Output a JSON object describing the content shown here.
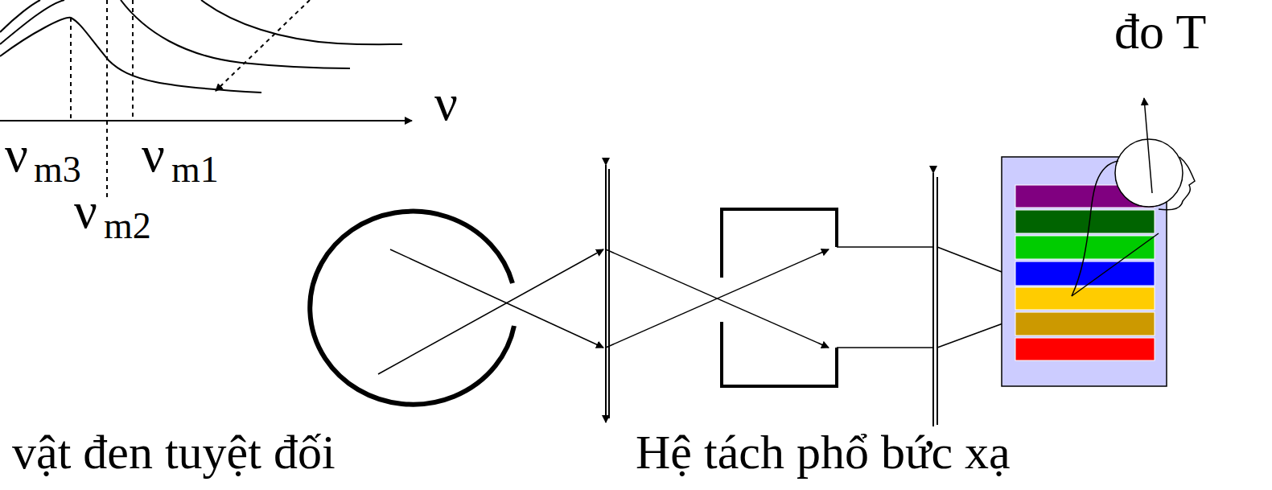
{
  "diagram": {
    "labels": [
      "ν",
      "ν",
      "m3",
      "ν",
      "m1",
      "ν",
      "m2",
      "đo T",
      "vật đen tuyệt đối",
      "Hệ tách phổ bức xạ"
    ]
  }
}
